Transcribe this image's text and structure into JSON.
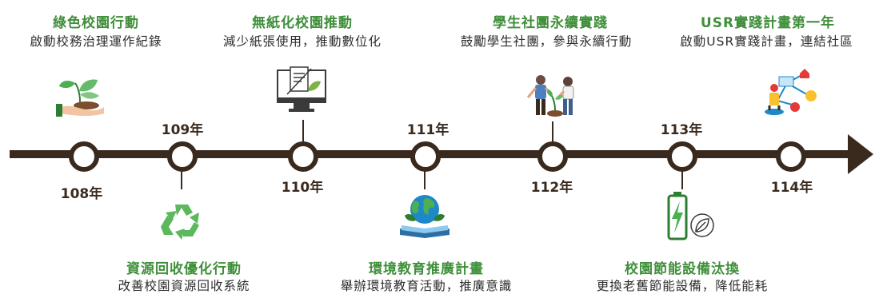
{
  "milestones": [
    {
      "year": "108年",
      "title": "綠色校園行動",
      "desc": "啟動校務治理運作紀錄",
      "icon": "plant-in-hand-icon"
    },
    {
      "year": "109年",
      "title": "資源回收優化行動",
      "desc": "改善校園資源回收系統",
      "icon": "recycle-icon"
    },
    {
      "year": "110年",
      "title": "無紙化校園推動",
      "desc": "減少紙張使用，推動數位化",
      "icon": "paperless-monitor-icon"
    },
    {
      "year": "111年",
      "title": "環境教育推廣計畫",
      "desc": "舉辦環境教育活動，推廣意識",
      "icon": "globe-book-icon"
    },
    {
      "year": "112年",
      "title": "學生社團永續實踐",
      "desc": "鼓勵學生社團，參與永續行動",
      "icon": "students-planting-icon"
    },
    {
      "year": "113年",
      "title": "校園節能設備汰換",
      "desc": "更換老舊節能設備，降低能耗",
      "icon": "battery-leaf-icon"
    },
    {
      "year": "114年",
      "title": "USR實踐計畫第一年",
      "desc": "啟動USR實踐計畫，連結社區",
      "icon": "community-network-icon"
    }
  ],
  "colors": {
    "line": "#3a2a1e",
    "title": "#3f8f3a",
    "green": "#4caf50",
    "darkgreen": "#2e7d32"
  }
}
